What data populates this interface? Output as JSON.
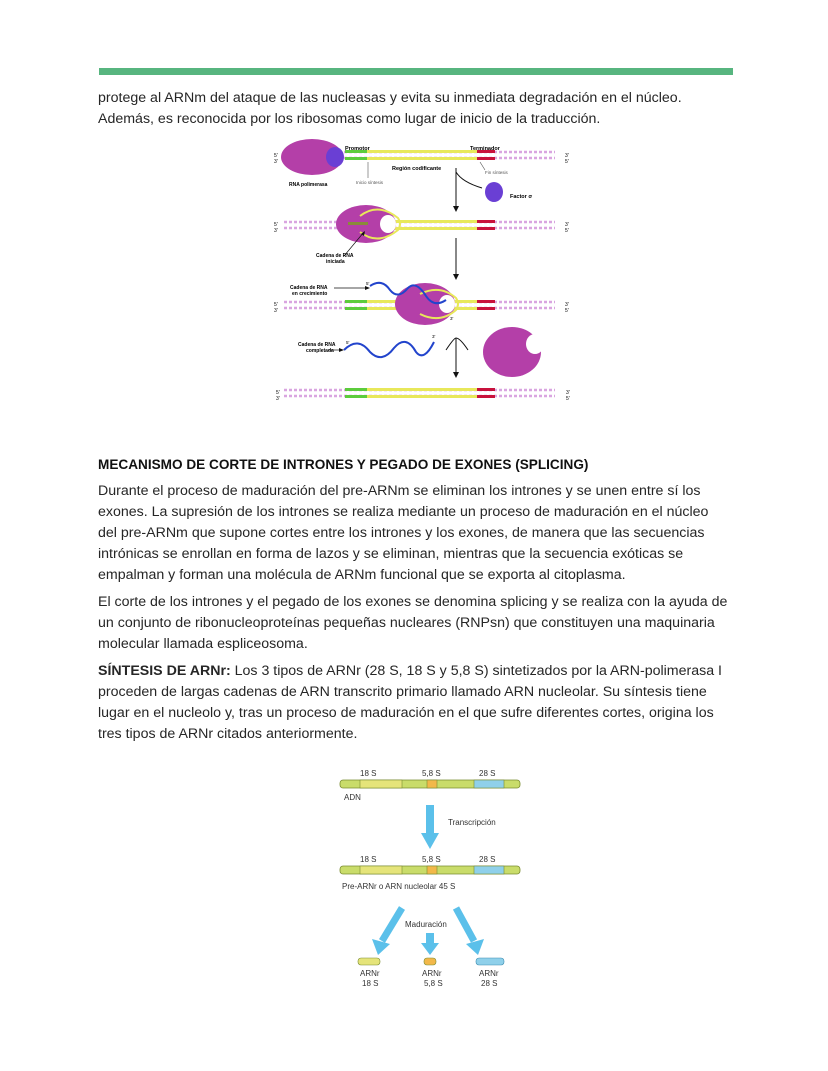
{
  "intro": {
    "line1": "protege al ARNm del ataque de las nucleasas y evita su inmediata degradación en el núcleo.",
    "line2": "Además, es reconocida por los ribosomas como lugar de inicio de la traducción."
  },
  "figure1": {
    "five_prime": "5'",
    "three_prime": "3'",
    "promotor": "Promotor",
    "terminador": "Terminador",
    "region_codificante": "Región codificante",
    "rna_polimerasa": "RNA polimerasa",
    "inicio_sintesis": "Inicio síntesis",
    "fin_sintesis": "Fin síntesis",
    "factor": "Factor σ",
    "cadena_iniciada_1": "Cadena de RNA",
    "cadena_iniciada_2": "iniciada",
    "cadena_crecimiento_1": "Cadena de RNA",
    "cadena_crecimiento_2": "en crecimiento",
    "cadena_completada_1": "Cadena de RNA",
    "cadena_completada_2": "completada",
    "colors": {
      "polymerase": "#b43fa8",
      "factor": "#6a3fd4",
      "promoter": "#5ccc3c",
      "coding": "#e8e85a",
      "terminator": "#c8123c",
      "dna": "#d9a5e0",
      "rna": "#2244cc"
    }
  },
  "section": {
    "heading": "MECANISMO DE CORTE DE INTRONES Y PEGADO DE EXONES (SPLICING)",
    "p1": [
      "Durante el proceso de maduración del pre-ARNm se eliminan los intrones y se unen entre sí los",
      "exones. La supresión de los intrones se realiza mediante un proceso de maduración en el núcleo",
      "del pre-ARNm que supone cortes entre los intrones y los exones, de manera que las secuencias",
      "intrónicas se enrollan en forma de lazos y se eliminan, mientras que la secuencia exóticas se",
      "empalman y forman una molécula de ARNm funcional que se exporta al citoplasma."
    ],
    "p2": [
      "El corte de los intrones y el pegado de los exones se denomina splicing y se realiza con la ayuda de",
      "un conjunto de ribonucleoproteínas pequeñas nucleares (RNPsn) que constituyen una maquinaria",
      "molecular llamada espliceosoma."
    ],
    "p3_bold": "SÍNTESIS DE ARNr:",
    "p3_first_rest": " Los 3 tipos de ARNr (28 S, 18 S y 5,8 S) sintetizados por la ARN-polimerasa I",
    "p3": [
      "proceden de largas cadenas de ARN transcrito primario llamado ARN nucleolar. Su síntesis tiene",
      "lugar en el nucleolo y, tras un proceso de maduración en el que sufre diferentes cortes, origina los",
      "tres tipos de ARNr citados anteriormente."
    ]
  },
  "figure2": {
    "s18": "18 S",
    "s58": "5,8 S",
    "s28": "28 S",
    "adn": "ADN",
    "transcripcion": "Transcripción",
    "pre_arnr": "Pre-ARNr o ARN nucleolar 45 S",
    "maduracion": "Maduración",
    "arnr": "ARNr",
    "colors": {
      "bar": "#c9dc6a",
      "s18": "#e5e47a",
      "s58": "#f2b84a",
      "s28": "#8fd0ea",
      "arrow": "#5bc0ea"
    }
  }
}
